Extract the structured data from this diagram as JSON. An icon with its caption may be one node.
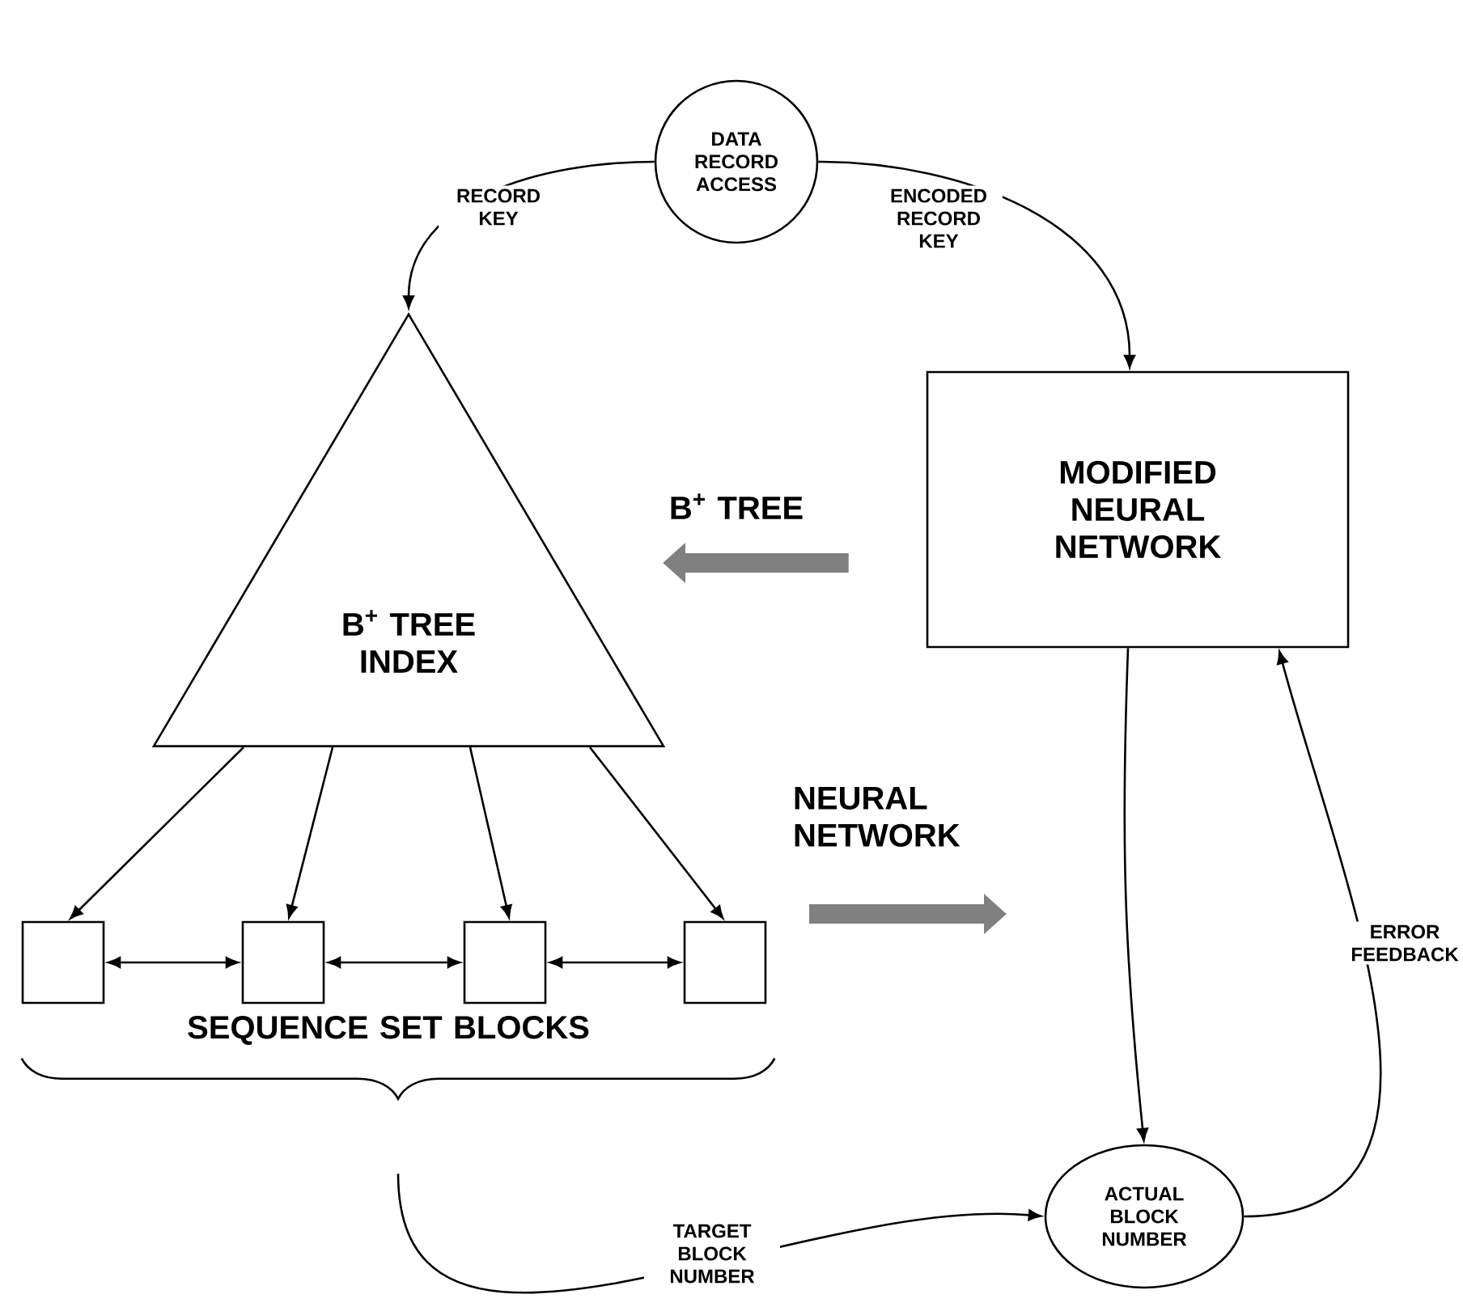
{
  "diagram": {
    "nodes": [
      {
        "text": [
          "DATA RECORD ACCESS"
        ]
      },
      {
        "text": [
          "B$^{+}$ TREE INDEX"
        ]
      },
      {
        "text": [
          "MODIFIED NEURAL NETWORK"
        ]
      },
      {
        "text": [],
        "shape": "box"
      },
      {
        "text": [],
        "shape": "box"
      },
      {
        "text": [],
        "shape": "box"
      },
      {
        "text": [],
        "shape": "box"
      },
      {
        "text": [
          "ACTUAL BLOCK NUMBER"
        ]
      },
      {
        "text": [],
        "shape": "brace"
      }
    ],
    "edges": [
      {
        "from": 0,
        "to": 1,
        "arrow": "to",
        "label": "RECORD KEY"
      },
      {
        "from": 0,
        "to": 2,
        "arrow": "to",
        "label": "ENCODED RECORD KEY"
      },
      {
        "from": 2,
        "to": 1,
        "arrow": "to",
        "label": "B$^{+}$ TREE",
        "style": "thick",
        "color": "#808080"
      },
      {
        "from": 1,
        "to": 3,
        "arrow": "to"
      },
      {
        "from": 1,
        "to": 4,
        "arrow": "to"
      },
      {
        "from": 1,
        "to": 5,
        "arrow": "to"
      },
      {
        "from": 1,
        "to": 6,
        "arrow": "to"
      },
      {
        "from": 3,
        "to": 4,
        "arrow": "both"
      },
      {
        "from": 4,
        "to": 5,
        "arrow": "both"
      },
      {
        "from": 5,
        "to": 6,
        "arrow": "both"
      },
      {
        "from": 8,
        "to": 7,
        "arrow": "to",
        "label": "TARGET BLOCK NUMBER"
      },
      {
        "from": 2,
        "to": 7,
        "arrow": "to"
      },
      {
        "from": 7,
        "to": 2,
        "arrow": "to",
        "label": "ERROR FEEDBACK"
      }
    ],
    "labels": [
      "SEQUENCE SET BLOCKS",
      "NEURAL NETWORK"
    ]
  }
}
